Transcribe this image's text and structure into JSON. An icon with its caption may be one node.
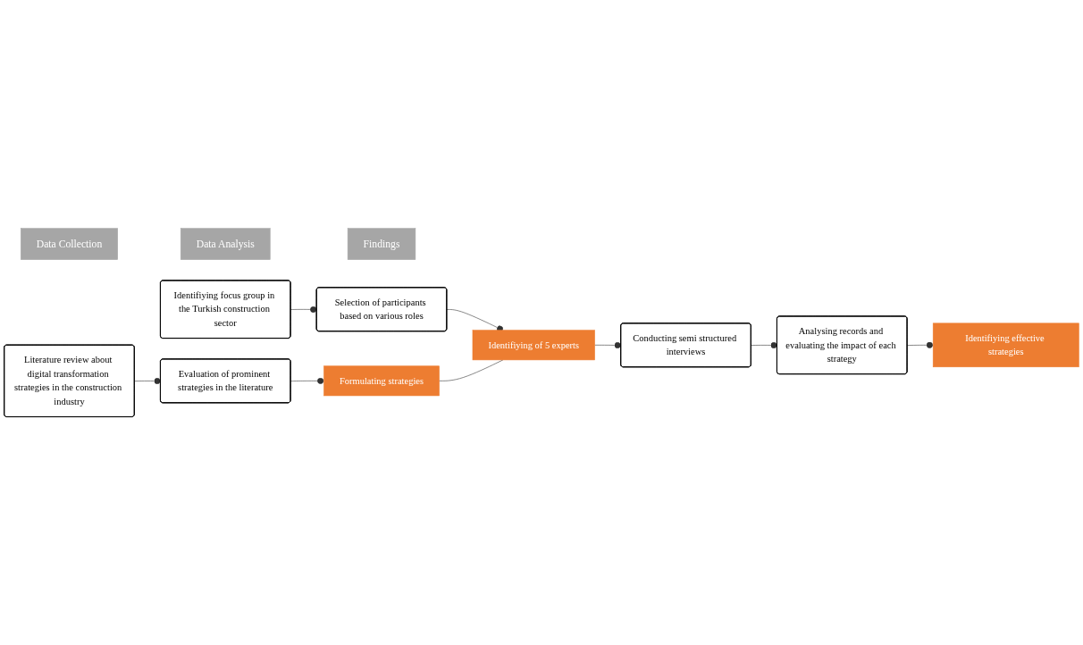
{
  "diagram": {
    "nodes": [
      {
        "text": [
          "Data Collection"
        ]
      },
      {
        "text": [
          "Data Analysis"
        ]
      },
      {
        "text": [
          "Findings"
        ]
      },
      {
        "text": [
          "Literature review about digital transformation strategies in the construction industry"
        ]
      },
      {
        "text": [
          "Evaluation of prominent strategies in the literature"
        ]
      },
      {
        "text": [
          "Formulating strategies"
        ]
      },
      {
        "text": [
          "Identifiying focus group in the Turkish construction sector"
        ]
      },
      {
        "text": [
          "Selection of participants based on various roles"
        ]
      },
      {
        "text": [
          "Identifiying of 5 experts"
        ]
      },
      {
        "text": [
          "Conducting semi structured interviews"
        ]
      },
      {
        "text": [
          "Analysing records and evaluating the impact of each strategy"
        ]
      },
      {
        "text": [
          "Identifiying effective strategies"
        ]
      }
    ],
    "edges": [
      {
        "from": 3,
        "to": 4,
        "arrow": "other"
      },
      {
        "from": 4,
        "to": 5,
        "arrow": "other"
      },
      {
        "from": 6,
        "to": 7,
        "arrow": "other"
      },
      {
        "from": 7,
        "to": 8,
        "arrow": "other"
      },
      {
        "from": 5,
        "to": 8,
        "arrow": "none"
      },
      {
        "from": 8,
        "to": 9,
        "arrow": "other"
      },
      {
        "from": 9,
        "to": 10,
        "arrow": "other"
      },
      {
        "from": 10,
        "to": 11,
        "arrow": "other"
      }
    ]
  }
}
